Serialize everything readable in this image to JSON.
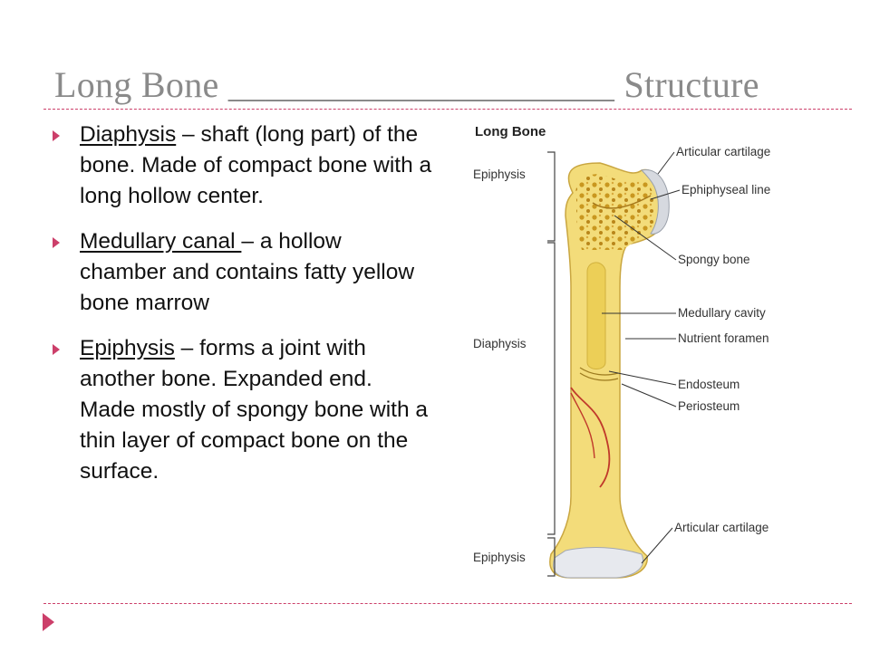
{
  "slide": {
    "title": "Long Bone _____________________ Structure",
    "bullets": [
      {
        "term": "Diaphysis",
        "text": " – shaft (long part) of the bone.  Made of compact bone with a long hollow center."
      },
      {
        "term": "Medullary canal ",
        "text": "– a hollow chamber and contains fatty yellow bone marrow"
      },
      {
        "term": "Epiphysis",
        "text": " – forms a joint with another bone. Expanded end.  Made mostly of spongy bone with a thin layer of compact bone on the surface."
      }
    ]
  },
  "figure": {
    "heading": "Long Bone",
    "regions": [
      "Epiphysis",
      "Diaphysis",
      "Epiphysis"
    ],
    "labels": [
      "Articular cartilage",
      "Ephiphyseal line",
      "Spongy bone",
      "Medullary cavity",
      "Nutrient foramen",
      "Endosteum",
      "Periosteum",
      "Articular cartilage"
    ]
  },
  "colors": {
    "accent": "#cc3f6a",
    "title": "#8a8a8a",
    "bone": "#f3dc7a",
    "marrow": "#eccf57",
    "artery": "#c0392b"
  },
  "icons": {
    "bullet": "triangle-bullet-icon",
    "nav": "next-slide-icon"
  }
}
